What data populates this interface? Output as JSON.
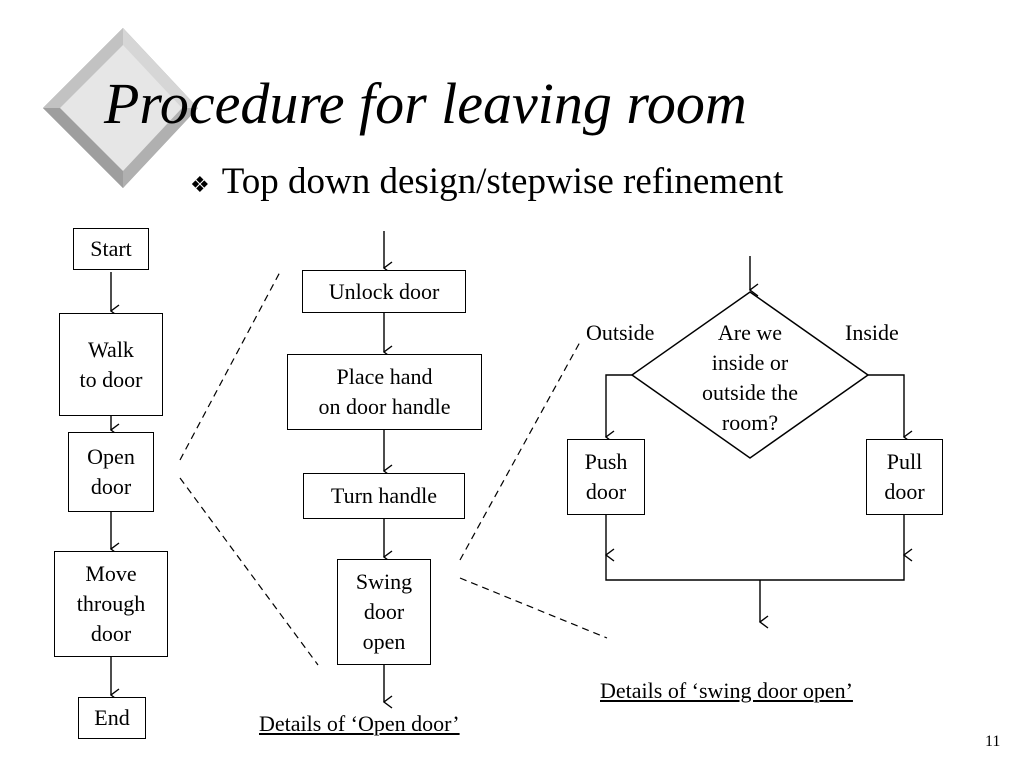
{
  "title": "Procedure for leaving room",
  "bullet": {
    "symbol": "❖",
    "text": "Top down design/stepwise refinement"
  },
  "main_flow": {
    "start": "Start",
    "walk": [
      "Walk",
      "to door"
    ],
    "open": [
      "Open",
      "door"
    ],
    "move": [
      "Move",
      "through",
      "door"
    ],
    "end": "End"
  },
  "open_door_detail": {
    "unlock": "Unlock door",
    "place": [
      "Place hand",
      "on door handle"
    ],
    "turn": "Turn handle",
    "swing": [
      "Swing",
      "door",
      "open"
    ],
    "caption": "Details of ‘Open door’"
  },
  "swing_detail": {
    "question": [
      "Are we",
      "inside or",
      "outside the",
      "room?"
    ],
    "outside_label": "Outside",
    "inside_label": "Inside",
    "push": [
      "Push",
      "door"
    ],
    "pull": [
      "Pull",
      "door"
    ],
    "caption": "Details of ‘swing door open’"
  },
  "page_number": "11",
  "colors": {
    "logo_light": "#e8e8e8",
    "logo_mid": "#c4c4c4",
    "logo_dark": "#8c8c8c"
  }
}
